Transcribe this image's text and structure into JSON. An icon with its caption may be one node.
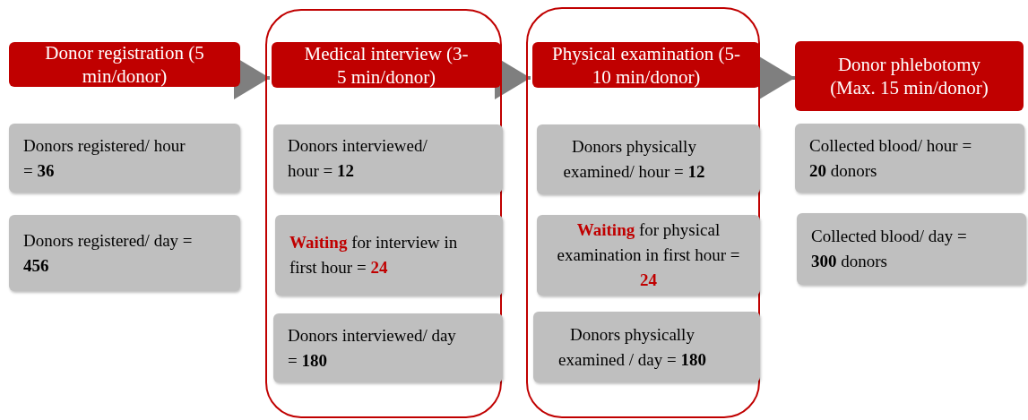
{
  "diagram": {
    "nodes": [
      {
        "text": [
          "Donor registration (5 min/donor)"
        ]
      },
      {
        "text": [
          "Donors registered/ hour = **36**"
        ]
      },
      {
        "text": [
          "Donors registered/ day = **456**"
        ]
      },
      {
        "text": [],
        "shape": "box"
      },
      {
        "text": [
          "Medical interview (3-5 min/donor)"
        ],
        "in": 3
      },
      {
        "text": [
          "Donors interviewed/ hour = **12**"
        ],
        "in": 3
      },
      {
        "text": [
          "**Waiting** for interview in first hour = **24**"
        ],
        "in": 3
      },
      {
        "text": [
          "Donors interviewed/ day = **180**"
        ],
        "in": 3
      },
      {
        "text": [],
        "shape": "box"
      },
      {
        "text": [
          "Physical examination (5-10 min/donor)"
        ],
        "in": 8
      },
      {
        "text": [
          "Donors physically examined/ hour = **12**"
        ],
        "in": 8
      },
      {
        "text": [
          "**Waiting** for physical examination in first hour = **24**"
        ],
        "in": 8
      },
      {
        "text": [
          "Donors physically examined / day = **180**"
        ],
        "in": 8
      },
      {
        "text": [
          "Donor phlebotomy (Max. 15 min/donor)"
        ]
      },
      {
        "text": [
          "Collected blood/ hour = **20** donors"
        ]
      },
      {
        "text": [
          "Collected blood/ day = **300** donors"
        ]
      }
    ],
    "edges": [
      {
        "from": 0,
        "to": 4,
        "arrow": "to"
      },
      {
        "from": 4,
        "to": 9,
        "arrow": "to"
      },
      {
        "from": 9,
        "to": 13,
        "arrow": "to"
      }
    ]
  }
}
